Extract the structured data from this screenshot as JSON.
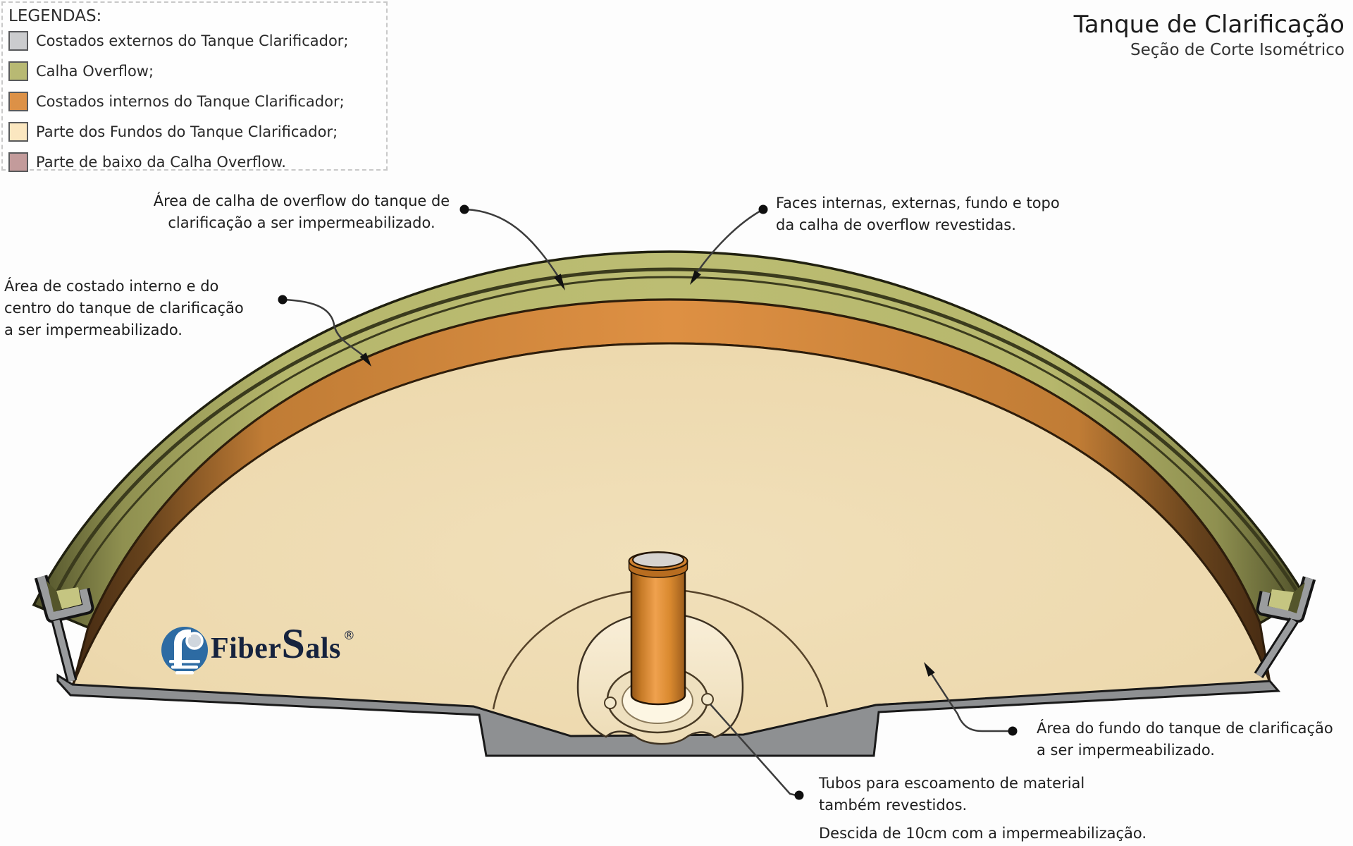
{
  "title_block": {
    "title": "Tanque de Clarificação",
    "subtitle": "Seção de Corte Isométrico"
  },
  "legend": {
    "heading": "LEGENDAS:",
    "items": [
      {
        "label": "Costados externos do Tanque Clarificador;",
        "color": "#cbccce"
      },
      {
        "label": "Calha Overflow;",
        "color": "#b8b973"
      },
      {
        "label": "Costados internos do Tanque Clarificador;",
        "color": "#dc9147"
      },
      {
        "label": "Parte dos Fundos do Tanque Clarificador;",
        "color": "#fbe7c0"
      },
      {
        "label": "Parte de baixo da Calha Overflow.",
        "color": "#c39b9b"
      }
    ]
  },
  "annotations": {
    "calha_area": {
      "lines": [
        "Área de calha de overflow do tanque de",
        "clarificação a ser impermeabilizado."
      ]
    },
    "faces_calha": {
      "lines": [
        "Faces internas, externas, fundo e topo",
        "da calha de overflow revestidas."
      ]
    },
    "costado_interno": {
      "lines": [
        "Área de costado interno e do",
        "centro do tanque de clarificação",
        "a ser impermeabilizado."
      ]
    },
    "fundo": {
      "lines": [
        "Área do fundo do tanque de clarificação",
        "a ser impermeabilizado."
      ]
    },
    "tubos": {
      "lines": [
        "Tubos para escoamento de material",
        "também revestidos.",
        "Descida de 10cm com a impermeabilização."
      ]
    }
  },
  "logo": {
    "part1": "Fiber",
    "part2": "S",
    "part3": "als",
    "registered": "®"
  },
  "colors": {
    "external_wall_gray": "#cbccce",
    "overflow_channel_olive": "#b8b973",
    "internal_wall_orange": "#dc9147",
    "tank_floor_cream": "#eedab0",
    "channel_underside_pink": "#c39b9b",
    "steel_cut_gray": "#8e9092",
    "pipe_orange": "#e09140",
    "logo_blue": "#2d6ba3",
    "logo_navy": "#16233e"
  }
}
